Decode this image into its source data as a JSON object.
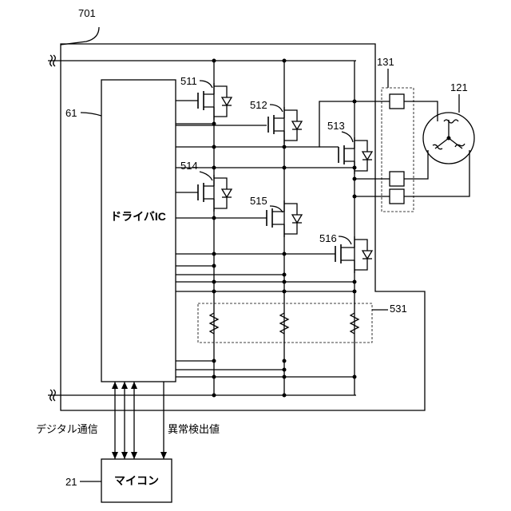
{
  "labels": {
    "board": "701",
    "driver_ref": "61",
    "driver_name": "ドライバIC",
    "mcu_ref": "21",
    "mcu_name": "マイコン",
    "connector": "131",
    "motor": "121",
    "shunt_group": "531",
    "digital_comm": "デジタル通信",
    "abnormal_value": "異常検出値",
    "fet1": "511",
    "fet2": "512",
    "fet3": "513",
    "fet4": "514",
    "fet5": "515",
    "fet6": "516"
  }
}
